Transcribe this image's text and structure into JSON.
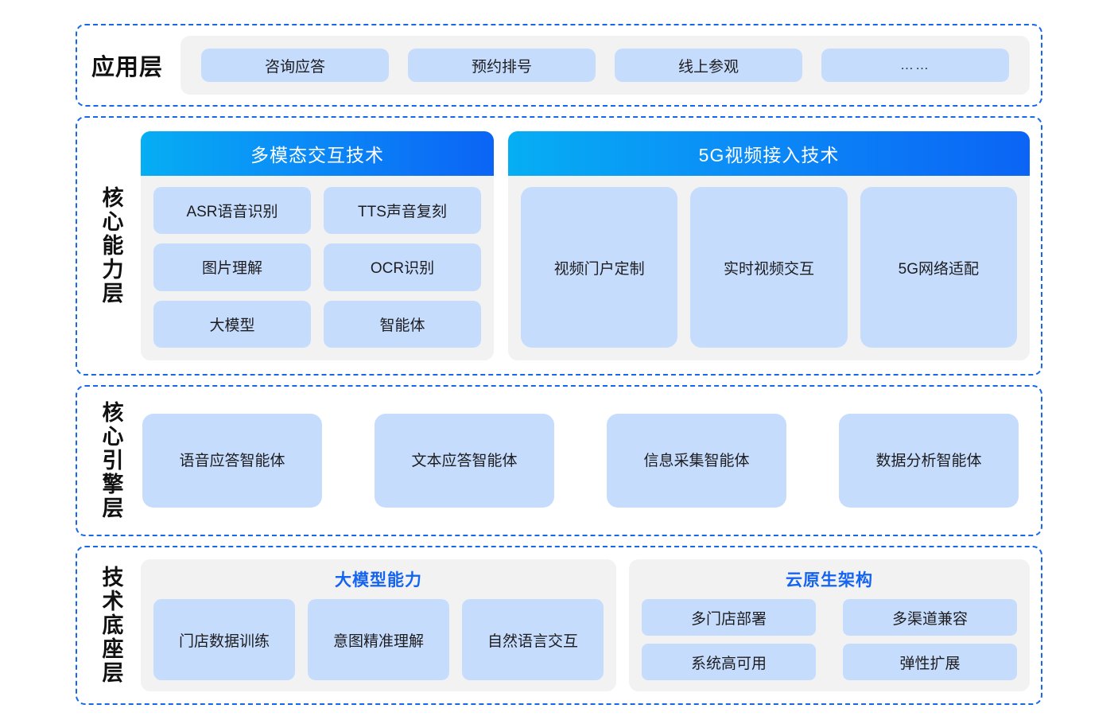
{
  "colors": {
    "frame_border": "#1668E8",
    "card_fill": "#C6DCFD",
    "panel_fill": "#F2F2F3",
    "gradient_start": "#06AEF3",
    "gradient_end": "#0B64F5",
    "accent_title": "#1464F0"
  },
  "layers": {
    "application": {
      "title": "应用层",
      "items": [
        {
          "label": "咨询应答"
        },
        {
          "label": "预约排号"
        },
        {
          "label": "线上参观"
        },
        {
          "label": "……"
        }
      ]
    },
    "core_capability": {
      "title": "核心能力层",
      "blocks": [
        {
          "header": "多模态交互技术",
          "items": [
            {
              "label": "ASR语音识别"
            },
            {
              "label": "TTS声音复刻"
            },
            {
              "label": "图片理解"
            },
            {
              "label": "OCR识别"
            },
            {
              "label": "大模型"
            },
            {
              "label": "智能体"
            }
          ]
        },
        {
          "header": "5G视频接入技术",
          "items": [
            {
              "label": "视频门户定制"
            },
            {
              "label": "实时视频交互"
            },
            {
              "label": "5G网络适配"
            }
          ]
        }
      ]
    },
    "core_engine": {
      "title": "核心引擎层",
      "items": [
        {
          "label": "语音应答智能体"
        },
        {
          "label": "文本应答智能体"
        },
        {
          "label": "信息采集智能体"
        },
        {
          "label": "数据分析智能体"
        }
      ]
    },
    "technology_base": {
      "title": "技术底座层",
      "panels": [
        {
          "title": "大模型能力",
          "items": [
            {
              "label": "门店数据训练"
            },
            {
              "label": "意图精准理解"
            },
            {
              "label": "自然语言交互"
            }
          ]
        },
        {
          "title": "云原生架构",
          "items": [
            {
              "label": "多门店部署"
            },
            {
              "label": "多渠道兼容"
            },
            {
              "label": "系统高可用"
            },
            {
              "label": "弹性扩展"
            }
          ]
        }
      ]
    }
  }
}
